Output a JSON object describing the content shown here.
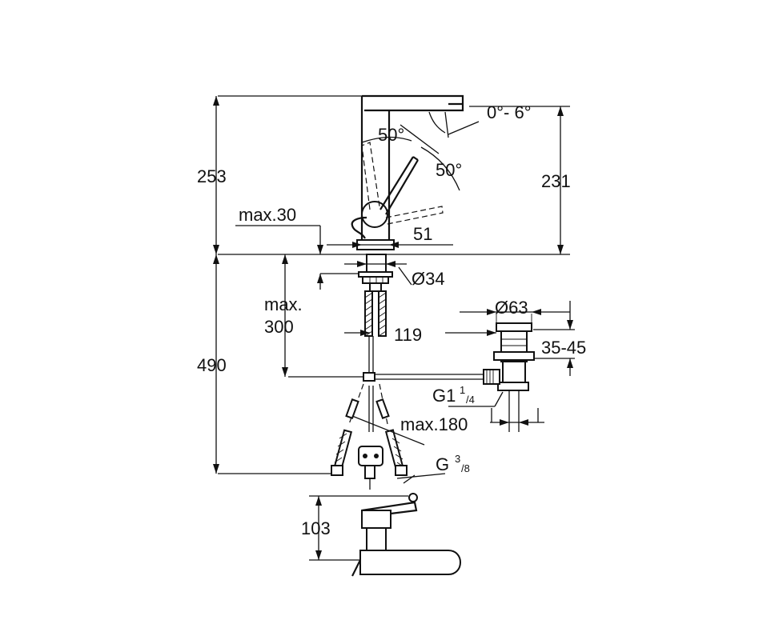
{
  "dimensions": {
    "height_total": "253",
    "spout_height": "231",
    "angle_spout": "0°- 6°",
    "angle_lever_a": "50°",
    "angle_lever_b": "50°",
    "max_deck": "max.30",
    "offset_51": "51",
    "diameter_34": "Ø34",
    "max_300_line1": "max.",
    "max_300_line2": "300",
    "depth_119": "119",
    "below_deck_490": "490",
    "waste_diameter": "Ø63",
    "waste_range": "35-45",
    "thread_g1": "G1",
    "thread_g1_sup": "1",
    "thread_g1_sub": "/4",
    "max_180": "max.180",
    "thread_g": "G",
    "thread_g_sup": "3",
    "thread_g_sub": "/8",
    "top_view_103": "103"
  }
}
